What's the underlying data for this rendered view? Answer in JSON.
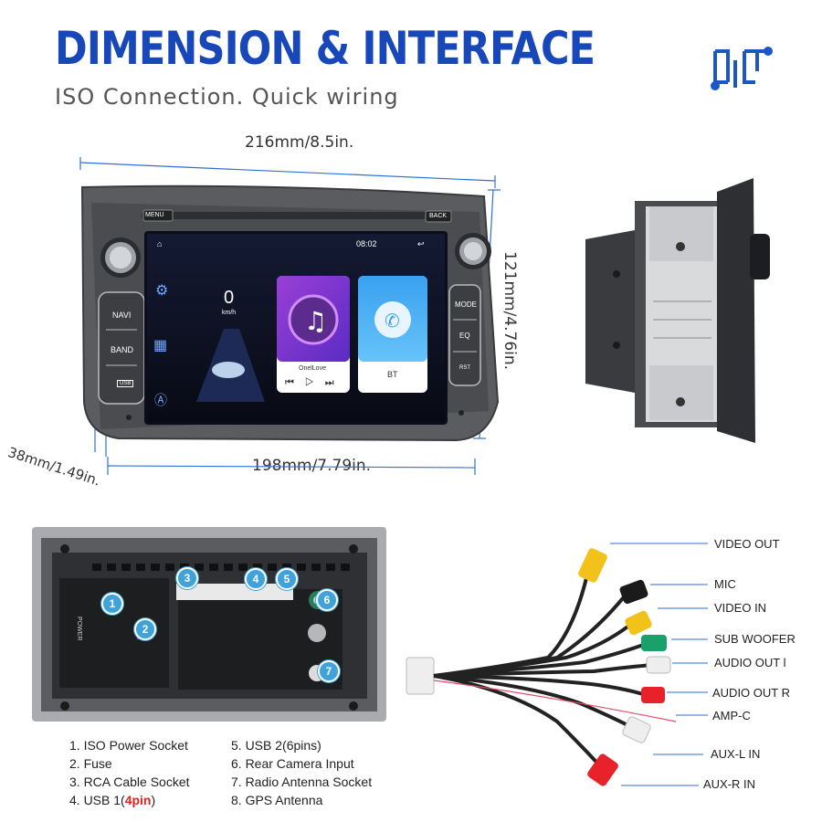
{
  "header": {
    "title": "DIMENSION & INTERFACE",
    "subtitle": "ISO Connection. Quick wiring"
  },
  "dimensions": {
    "width": "216mm/8.5in.",
    "height": "121mm/4.76in.",
    "depth": "38mm/1.49in.",
    "inner_width": "198mm/7.79in."
  },
  "front_panel": {
    "menu_label": "MENU",
    "back_label": "BACK",
    "navi_label": "NAVI",
    "band_label": "BAND",
    "usb_label": "USB",
    "mode_label": "MODE",
    "eq_label": "EQ",
    "rst_label": "RST",
    "screen": {
      "clock": "08:02",
      "speed": "0",
      "speed_unit": "km/h",
      "music_title": "OnelLove",
      "bt_label": "BT"
    }
  },
  "rear_panel": {
    "badges": [
      "1",
      "2",
      "3",
      "4",
      "5",
      "6",
      "7"
    ],
    "power_text": "POWER"
  },
  "legend": {
    "col1": [
      "1. ISO Power Socket",
      "2. Fuse",
      "3. RCA Cable Socket"
    ],
    "col1_last_prefix": "4. USB 1(",
    "col1_last_red": "4pin",
    "col1_last_suffix": ")",
    "col2": [
      "5. USB 2(6pins)",
      "6. Rear Camera Input",
      "7. Radio Antenna Socket",
      "8. GPS Antenna"
    ]
  },
  "cables": [
    "VIDEO OUT",
    "MIC",
    "VIDEO IN",
    "SUB WOOFER",
    "AUDIO OUT l",
    "AUDIO OUT R",
    "AMP-C",
    "AUX-L IN",
    "AUX-R IN"
  ],
  "colors": {
    "accent_blue": "#1747b8",
    "badge_blue": "#3fa2d8",
    "legend_red": "#e0231d"
  }
}
